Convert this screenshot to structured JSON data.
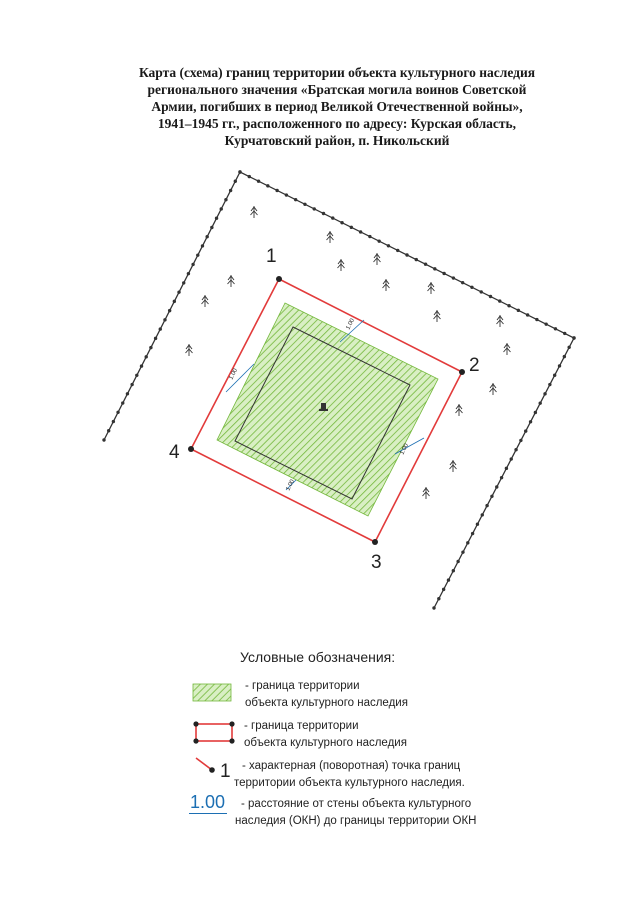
{
  "title_lines": [
    "Карта (схема) границ территории объекта культурного наследия",
    "регионального значения «Братская могила воинов Советской",
    "Армии, погибших в период Великой Отечественной войны»,",
    "1941–1945 гг., расположенного по адресу: Курская область,",
    "Курчатовский район, п. Никольский"
  ],
  "map": {
    "points": [
      {
        "label": "1"
      },
      {
        "label": "2"
      },
      {
        "label": "3"
      },
      {
        "label": "4"
      }
    ],
    "distance_labels": [
      "1.00",
      "1.00",
      "1.00",
      "1.00"
    ],
    "colors": {
      "boundary_line": "#e23b3b",
      "territory_fill": "#8cc84b",
      "forest_edge": "#333333",
      "distance_mark": "#1c6fb3"
    },
    "icons": [
      "tree-icon",
      "monument-icon"
    ]
  },
  "legend": {
    "title": "Условные обозначения:",
    "items": [
      {
        "icon": "hatched-green-area",
        "lines": [
          "- граница территории",
          "объекта культурного наследия"
        ]
      },
      {
        "icon": "red-boundary-line",
        "lines": [
          "- граница территории",
          "объекта культурного наследия"
        ]
      },
      {
        "icon": "turning-point-marker",
        "sample": "1",
        "lines": [
          "- характерная (поворотная) точка границ",
          "территории объекта культурного наследия."
        ]
      },
      {
        "icon": "distance-mark",
        "sample": "1.00",
        "lines": [
          "- расстояние от стены объекта культурного",
          "наследия (ОКН) до границы территории ОКН"
        ]
      }
    ]
  }
}
